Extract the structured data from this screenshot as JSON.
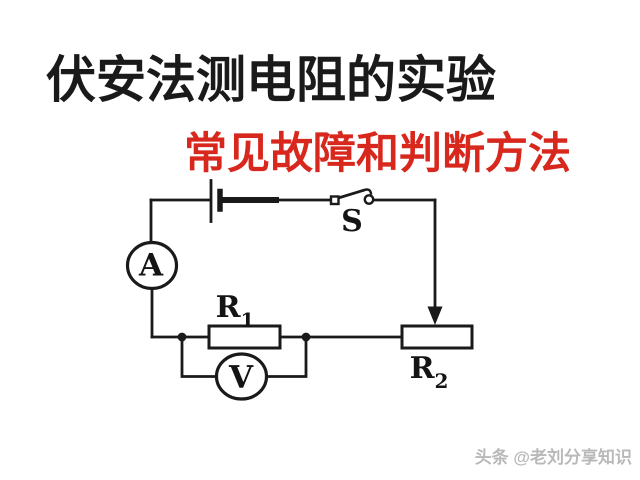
{
  "page": {
    "background": "#ffffff"
  },
  "title": {
    "text": "伏安法测电阻的实验",
    "color": "#1a1a1a"
  },
  "subtitle": {
    "text": "常见故障和判断方法",
    "color": "#d8281e"
  },
  "circuit": {
    "line_color": "#1a1a1a",
    "battery": {
      "name": "battery-cell"
    },
    "switch": {
      "label": "S"
    },
    "ammeter": {
      "label": "A"
    },
    "voltmeter": {
      "label": "V"
    },
    "resistor_r1": {
      "label": "R",
      "subscript": "1"
    },
    "rheostat_r2": {
      "label": "R",
      "subscript": "2"
    }
  },
  "watermark": {
    "text": "头条 @老刘分享知识",
    "color": "#b9b9b9"
  }
}
